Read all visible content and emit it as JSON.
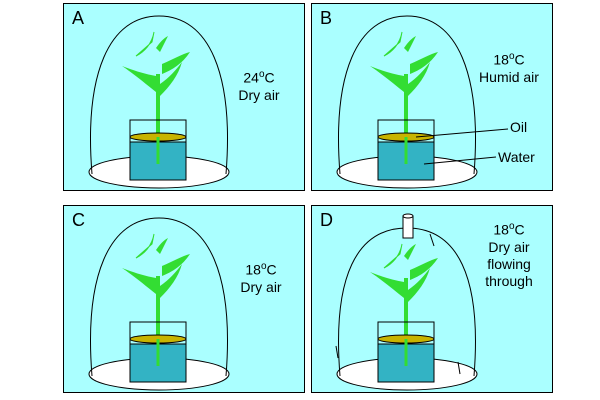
{
  "panels": [
    {
      "letter": "A",
      "temp": "24",
      "unit": "C",
      "conditions": [
        "Dry air"
      ]
    },
    {
      "letter": "B",
      "temp": "18",
      "unit": "C",
      "conditions": [
        "Humid air"
      ],
      "labels": {
        "oil": "Oil",
        "water": "Water"
      }
    },
    {
      "letter": "C",
      "temp": "18",
      "unit": "C",
      "conditions": [
        "Dry air"
      ]
    },
    {
      "letter": "D",
      "temp": "18",
      "unit": "C",
      "conditions": [
        "Dry air",
        "flowing",
        "through"
      ]
    }
  ],
  "degree_symbol": "o",
  "colors": {
    "background": "#aaffff",
    "water": "#33b3c4",
    "oil": "#c8b400",
    "stem": "#33dd33",
    "plate": "#ffffff"
  }
}
